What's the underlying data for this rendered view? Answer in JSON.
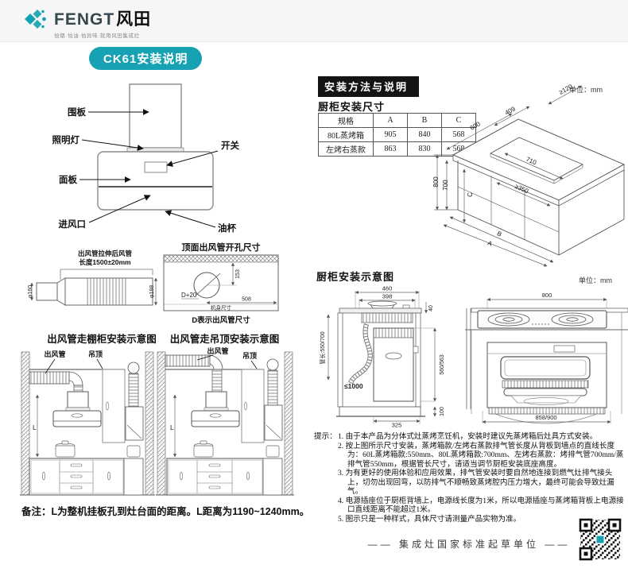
{
  "colors": {
    "teal": "#16a2b2",
    "ink": "#111111"
  },
  "header": {
    "brand_en": "FENGT",
    "brand_cn": "风田",
    "tagline": "怕烟·怕油·怕异味·就用风田集成灶"
  },
  "left": {
    "badge": "CK61安装说明",
    "product": {
      "weiban": "围板",
      "zhaomingdeng": "照明灯",
      "kaiguan": "开关",
      "mianban": "面板",
      "jinfengkou": "进风口",
      "youbei": "油杯"
    },
    "duct": {
      "line1": "出风管拉伸后风管",
      "line2": "长度1500±20mm",
      "left_dia": "φ160",
      "right_dia": "φ188"
    },
    "hole": {
      "title": "顶面出风管开孔尺寸",
      "d_label": "D+20",
      "v_dim": "153",
      "h_dim": "508",
      "body_label": "机身尺寸",
      "caption": "D表示出风管尺寸"
    },
    "cabinet_diagram": {
      "title": "出风管走棚柜安装示意图",
      "duct_label": "出风管",
      "ceiling_label": "吊顶",
      "l_label": "L"
    },
    "ceiling_diagram": {
      "title": "出风管走吊顶安装示意图",
      "duct_label": "出风管",
      "ceiling_label": "吊顶",
      "l_label": "L"
    },
    "note": "备注：L为整机挂板孔到灶台面的距离。L距离为1190~1240mm。"
  },
  "right": {
    "section_title": "安装方法与说明",
    "dims_title": "厨柜安装尺寸",
    "unit_top": "单位：mm",
    "unit_mid": "单位：mm",
    "table": {
      "headers": [
        "规格",
        "A",
        "B",
        "C"
      ],
      "rows": [
        [
          "80L蒸烤箱",
          "905",
          "840",
          "568"
        ],
        [
          "左烤右蒸款",
          "863",
          "830",
          "568"
        ]
      ]
    },
    "iso": {
      "d600": "600",
      "d120": "≥120",
      "d409": "409",
      "d710": "710",
      "d800": "800",
      "d700": "700",
      "dC": "C",
      "d350": "≥350",
      "dB": "B",
      "dA": "A"
    },
    "diagram_title": "厨柜安装示意图",
    "side": {
      "d460": "460",
      "d398": "398",
      "d40": "40",
      "pipe_len": "管长:550/700",
      "d560": "560/563",
      "d1000": "≤1000",
      "d325": "325",
      "d100": "100"
    },
    "front": {
      "d800": "800",
      "d858": "858/900"
    },
    "tips_label": "提示：",
    "tips": [
      "1. 由于本产品为分体式灶蒸烤烹饪机，安装时建议先蒸烤箱后灶具方式安装。",
      "2. 按上图所示尺寸安装，蒸烤箱款/左烤右蒸款排气管长度从背板到墙点的直线长度为：60L蒸烤箱款:550mm、80L蒸烤箱款:700mm、左烤右蒸款：烤排气管700mm/蒸排气管550mm，根据管长尺寸，请适当调节厨柜安装底座高度。",
      "3. 为有更好的使用体验和应用效果，排气管安装时要自然地连接到燃气灶排气接头上，切勿出现回弯，以防排气不顺畅致蒸烤腔内压力增大，最终可能会导致灶漏气。",
      "4. 电源插座位于厨柜背墙上，电源线长度为1米，所以电源插座与蒸烤箱背板上电源接口直线距离不能超过1米。",
      "5. 图示只是一种样式，具体尺寸请测量产品实物为准。"
    ],
    "footer": "—— 集成灶国家标准起草单位 ——"
  }
}
